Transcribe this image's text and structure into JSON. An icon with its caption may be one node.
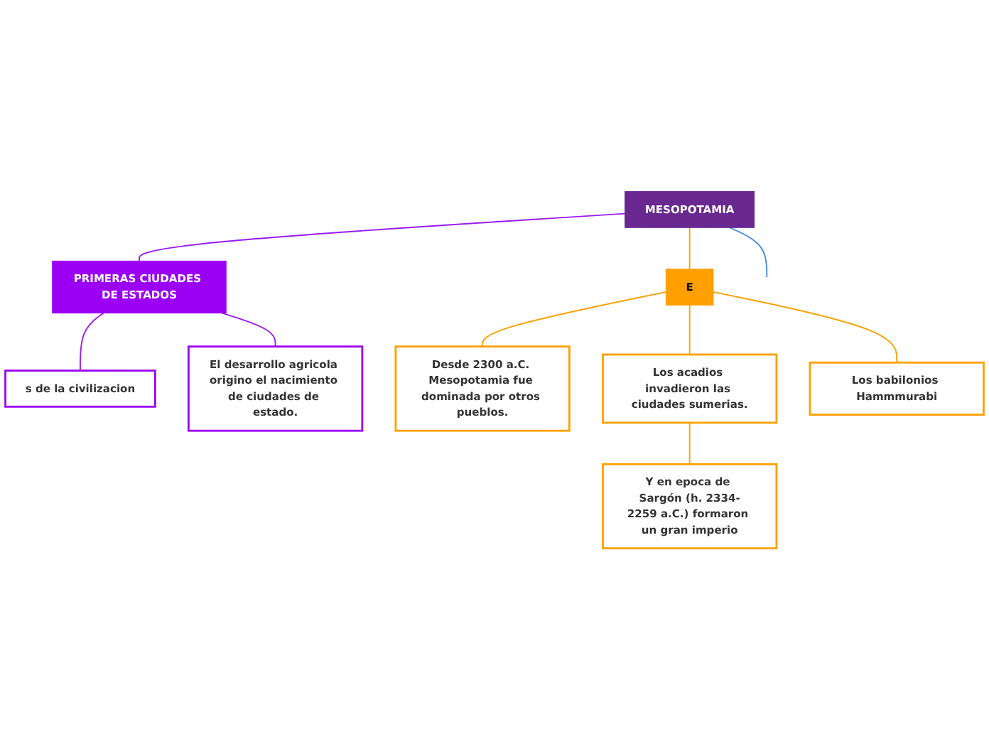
{
  "diagram": {
    "nodes": [
      {
        "text": [
          "MESOPOTAMIA"
        ]
      },
      {
        "text": [
          "PRIMERAS CIUDADES DE ESTADOS"
        ]
      },
      {
        "text": [
          "s de la civilizacion"
        ]
      },
      {
        "text": [
          "El desarrollo agricola origino el nacimiento de ciudades de estado."
        ]
      },
      {
        "text": [
          "E"
        ]
      },
      {
        "text": [
          "Desde 2300 a.C. Mesopotamia fue dominada por otros pueblos."
        ]
      },
      {
        "text": [
          "Los acadios invadieron las ciudades sumerias."
        ]
      },
      {
        "text": [
          "Y en epoca de Sargón (h. 2334-2259 a.C.) formaron un gran imperio"
        ]
      },
      {
        "text": [
          "Los babilonios Hammmurabi"
        ]
      }
    ],
    "edges": [
      {
        "from": 0,
        "to": null,
        "arrow": "none",
        "color": "#4a90e2"
      },
      {
        "from": 0,
        "to": 1,
        "arrow": "none",
        "color": "#9b1bf0"
      },
      {
        "from": 0,
        "to": 4,
        "arrow": "none"
      },
      {
        "from": 1,
        "to": 2,
        "arrow": "none",
        "color": "#9b1bf0"
      },
      {
        "from": 1,
        "to": 3,
        "arrow": "none",
        "color": "#9b1bf0"
      },
      {
        "from": 4,
        "to": 5,
        "arrow": "none"
      },
      {
        "from": 4,
        "to": 6,
        "arrow": "none"
      },
      {
        "from": 4,
        "to": 8,
        "arrow": "none"
      },
      {
        "from": 6,
        "to": 7,
        "arrow": "none"
      }
    ]
  }
}
